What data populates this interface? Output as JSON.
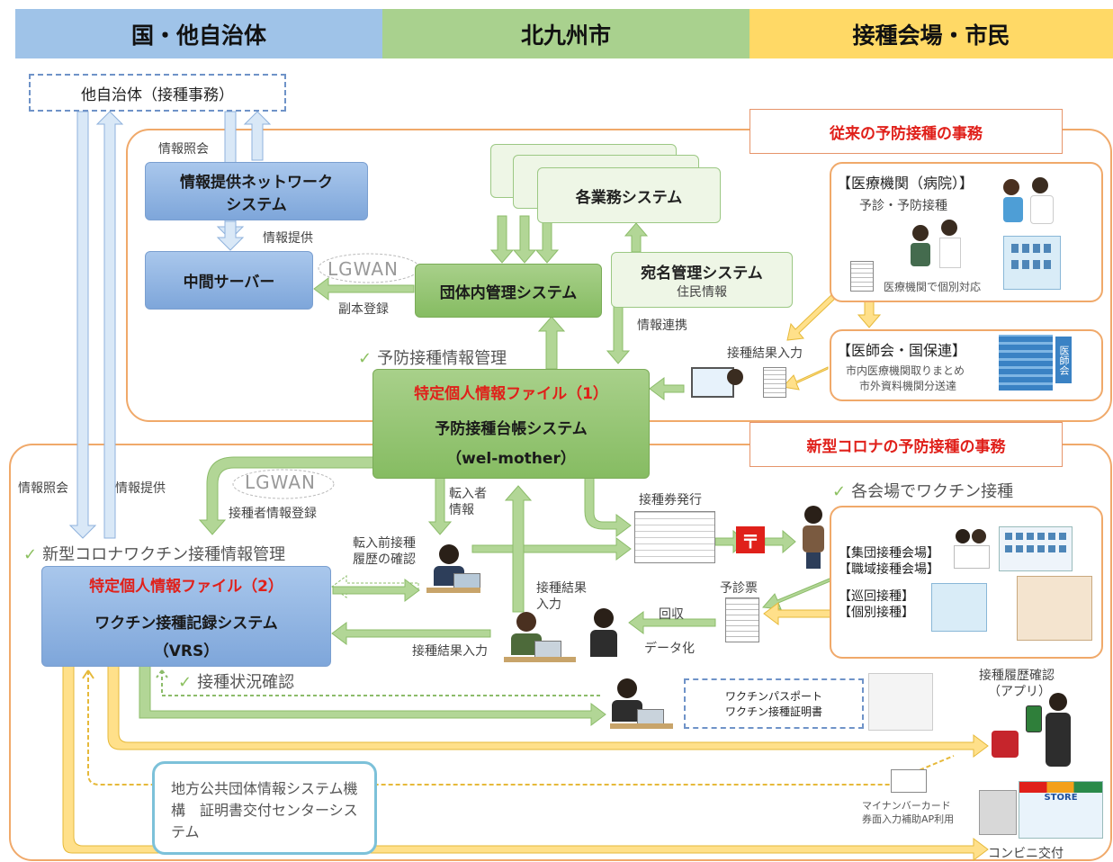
{
  "columns": [
    {
      "label": "国・他自治体",
      "color": "#9fc3e8"
    },
    {
      "label": "北九州市",
      "color": "#a9d18e"
    },
    {
      "label": "接種会場・市民",
      "color": "#ffd966"
    }
  ],
  "nodes": {
    "other_muni": "他自治体（接種事務）",
    "jyoho_network_line1": "情報提供ネットワーク",
    "jyoho_network_line2": "システム",
    "chukan_server": "中間サーバー",
    "kaku_gyomu": "各業務システム",
    "dantai_kanri": "団体内管理システム",
    "atena_kanri": "宛名管理システム",
    "atena_sub": "住民情報",
    "daicho_file_label": "特定個人情報ファイル（1）",
    "daicho_line1": "予防接種台帳システム",
    "daicho_line2": "（wel-mother）",
    "vrs_file_label": "特定個人情報ファイル（2）",
    "vrs_line1": "ワクチン接種記録システム",
    "vrs_line2": "（VRS）",
    "jlis_text": "地方公共団体情報システム機構　証明書交付センターシステム"
  },
  "region_labels": {
    "conventional": "従来の予防接種の事務",
    "corona": "新型コロナの予防接種の事務"
  },
  "checks": {
    "yobo_info": "予防接種情報管理",
    "corona_info": "新型コロナワクチン接種情報管理",
    "kaijo": "各会場でワクチン接種",
    "jokyo": "接種状況確認"
  },
  "medical": {
    "hospital_title": "【医療機関（病院）】",
    "hospital_sub": "予診・予防接種",
    "hospital_note": "医療機関で個別対応",
    "ishikai_title": "【医師会・国保連】",
    "ishikai_sub1": "市内医療機関取りまとめ",
    "ishikai_sub2": "市外資料機関分送達",
    "building_label": "医師会"
  },
  "venues": {
    "line1": "【集団接種会場】",
    "line2": "【職域接種会場】",
    "line3": "【巡回接種】",
    "line4": "【個別接種】"
  },
  "labels": {
    "joho_shokai_top": "情報照会",
    "joho_teikyo_mid": "情報提供",
    "lgwan": "LGWAN",
    "fukuhon": "副本登録",
    "joho_renkei": "情報連携",
    "kekka_input_top": "接種結果入力",
    "joho_shokai_left": "情報照会",
    "joho_teikyo_left": "情報提供",
    "sesshusha_toroku": "接種者情報登録",
    "tennyusha_1": "転入者",
    "tennyusha_2": "情報",
    "tennyumae_1": "転入前接種",
    "tennyumae_2": "履歴の確認",
    "kenhakko": "接種券発行",
    "kekka_1": "接種結果",
    "kekka_2": "入力",
    "yoshinhyo": "予診票",
    "kaishu": "回収",
    "datakas": "データ化",
    "kekka_input_bottom": "接種結果入力",
    "passport_1": "ワクチンパスポート",
    "passport_2": "ワクチン接種証明書",
    "rireki_1": "接種履歴確認",
    "rireki_2": "（アプリ）",
    "mynumber_1": "マイナンバーカード",
    "mynumber_2": "券面入力補助AP利用",
    "conveni": "コンビニ交付",
    "store": "STORE",
    "post_mark": "〒"
  }
}
